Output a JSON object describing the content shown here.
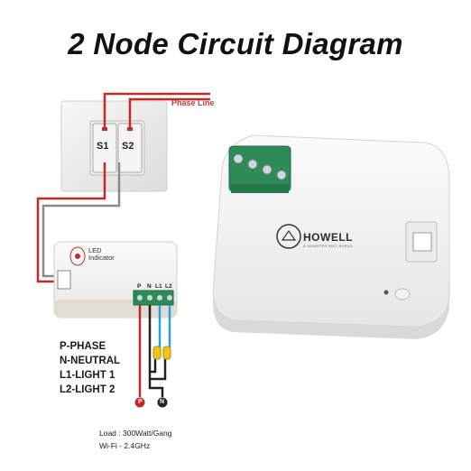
{
  "title": "2 Node Circuit Diagram",
  "phase_line": "Phase Line",
  "switch_labels": [
    "S1",
    "S2"
  ],
  "led_label": [
    "LED",
    "Indicator"
  ],
  "terminals": [
    "P",
    "N",
    "L1",
    "L2"
  ],
  "legend": [
    "P-PHASE",
    "N-NEUTRAL",
    "L1-LIGHT 1",
    "L2-LIGHT 2"
  ],
  "wire_ends": [
    "P",
    "N"
  ],
  "specs": [
    "Load : 300Watt/Gang",
    "Wi-Fi - 2.4GHz"
  ],
  "brand": "HOWELL",
  "brand_tagline": "A SMARTER WAY AHEAD",
  "colors": {
    "phase_wire": "#c62828",
    "neutral_wire": "#222222",
    "light_wire": "#29a3d6",
    "switch_wire": "#8a8a8a",
    "terminal_green": "#2e8b57"
  }
}
